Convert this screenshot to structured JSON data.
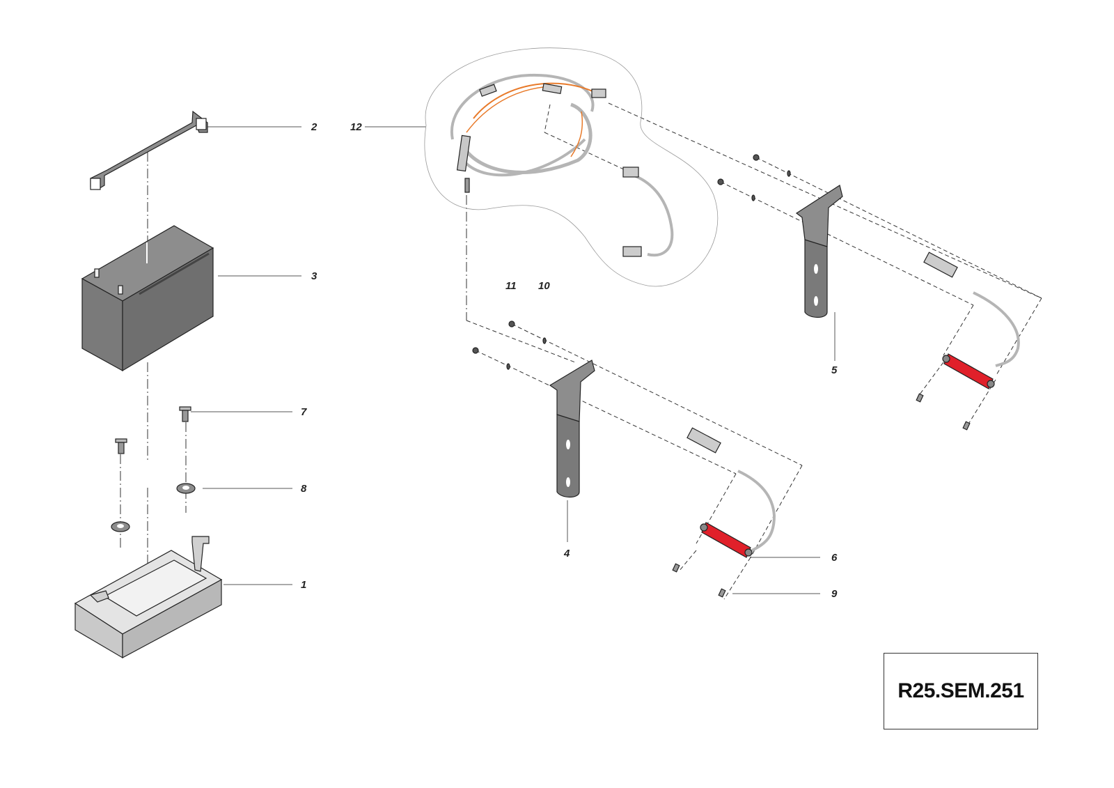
{
  "diagram": {
    "callouts": {
      "c1": "1",
      "c2": "2",
      "c3": "3",
      "c4": "4",
      "c5": "5",
      "c6": "6",
      "c7": "7",
      "c8": "8",
      "c9": "9",
      "c10": "10",
      "c11": "11",
      "c12": "12"
    },
    "drawing_code": "R25.SEM.251"
  },
  "colors": {
    "part_fill": "#8d8d8d",
    "part_dark": "#6f6f6f",
    "tray_fill": "#c9c9c9",
    "reflector_red": "#e0202a",
    "wire_orange": "#e87a2a",
    "cable_grey": "#b5b5b5"
  },
  "icons": [
    "battery-icon",
    "battery-strap-icon",
    "battery-tray-icon",
    "bracket-icon",
    "reflector-light-icon",
    "wiring-harness-icon",
    "screw-icon",
    "washer-icon",
    "nut-icon"
  ]
}
